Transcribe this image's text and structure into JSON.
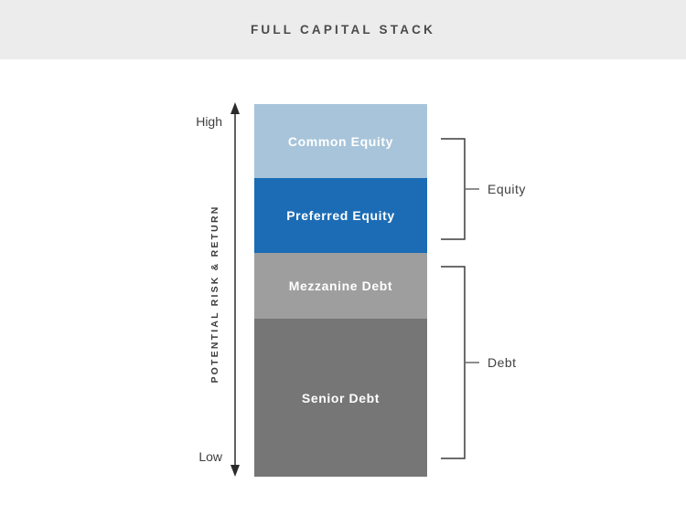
{
  "header": {
    "title": "FULL CAPITAL STACK"
  },
  "axis": {
    "title": "POTENTIAL RISK & RETURN",
    "high_label": "High",
    "low_label": "Low"
  },
  "stack": {
    "segments": [
      {
        "label": "Common Equity",
        "group": "Equity",
        "color": "#a7c4da",
        "relative_height": 0.2
      },
      {
        "label": "Preferred Equity",
        "group": "Equity",
        "color": "#1c6cb5",
        "relative_height": 0.2
      },
      {
        "label": "Mezzanine Debt",
        "group": "Debt",
        "color": "#9e9e9e",
        "relative_height": 0.18
      },
      {
        "label": "Senior Debt",
        "group": "Debt",
        "color": "#767676",
        "relative_height": 0.42
      }
    ]
  },
  "groups": [
    {
      "label": "Equity"
    },
    {
      "label": "Debt"
    }
  ],
  "colors": {
    "header_bg": "#ececec",
    "title_text": "#4a4a4a",
    "axis_text": "#3f3f3f",
    "segment_text": "#ffffff",
    "arrow_line": "#2b2b2b",
    "bracket_line": "#3c3c3c",
    "tick_line": "#8e8e8e"
  }
}
